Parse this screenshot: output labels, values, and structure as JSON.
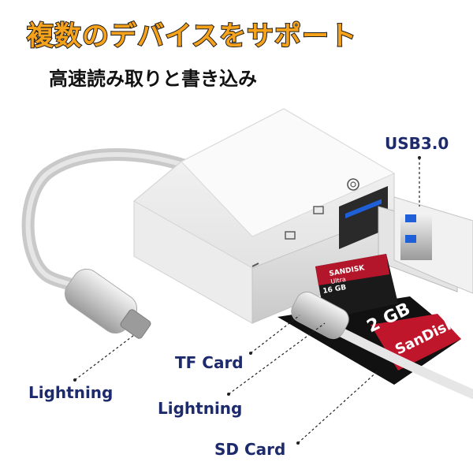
{
  "headline": "複数のデバイスをサポート",
  "subheadline": "高速読み取りと書き込み",
  "labels": {
    "usb": "USB3.0",
    "tf_card": "TF Card",
    "lightning_left": "Lightning",
    "lightning_center": "Lightning",
    "sd_card": "SD Card"
  },
  "tf_card_print": {
    "brand": "SANDISK",
    "line": "Ultra",
    "capacity": "16 GB"
  },
  "sd_card_print": {
    "brand": "SanDisk",
    "capacity": "2 GB"
  },
  "colors": {
    "headline_fill": "#f7a21b",
    "headline_stroke": "#1a1a1a",
    "label": "#1d2a6b",
    "usb_tongue": "#1f5fd8",
    "tf_card_top": "#b3162a",
    "sd_card_label": "#c0162b"
  }
}
